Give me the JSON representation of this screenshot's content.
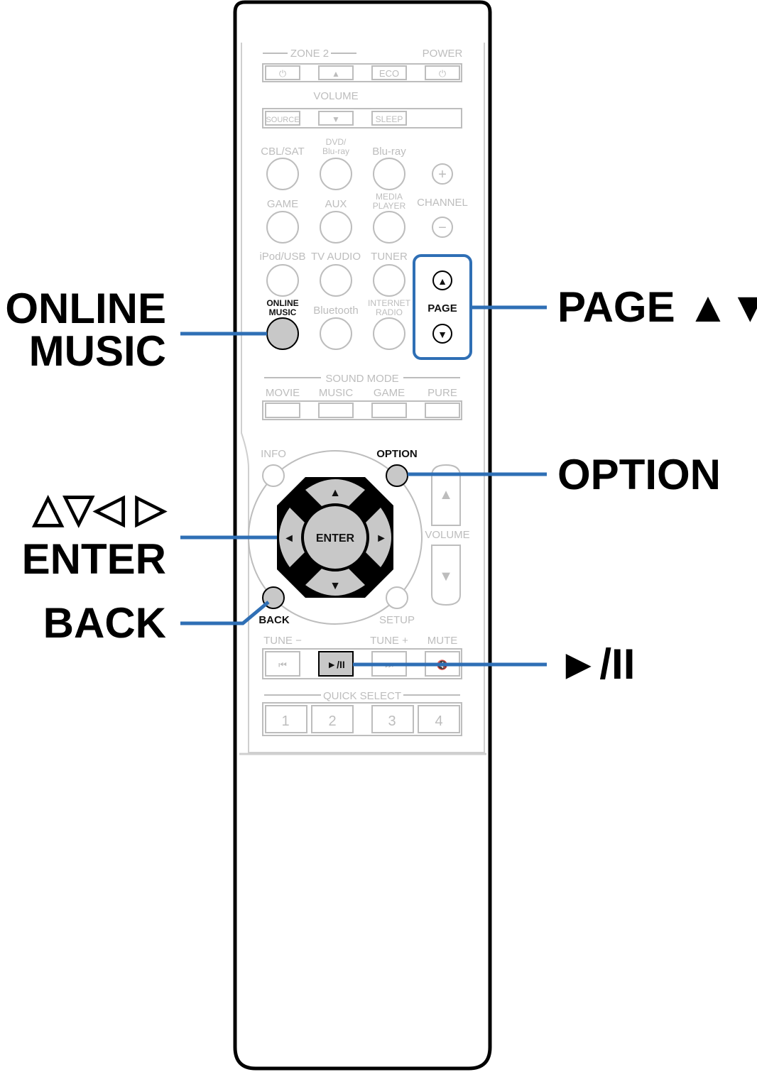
{
  "remote": {
    "zone2_label": "ZONE 2",
    "power_label": "POWER",
    "volume_label": "VOLUME",
    "row1_buttons": [
      "⏻",
      "▲",
      "ECO",
      "⏻"
    ],
    "row2_buttons": [
      "SOURCE",
      "▼",
      "SLEEP"
    ],
    "source_labels": {
      "cbl_sat": "CBL/SAT",
      "dvd_1": "DVD/",
      "dvd_2": "Blu-ray",
      "bluray": "Blu-ray",
      "game": "GAME",
      "aux": "AUX",
      "media_1": "MEDIA",
      "media_2": "PLAYER",
      "channel": "CHANNEL",
      "ipod_usb": "iPod/USB",
      "tv_audio": "TV AUDIO",
      "tuner": "TUNER",
      "online_1": "ONLINE",
      "online_2": "MUSIC",
      "bluetooth": "Bluetooth",
      "internet_1": "INTERNET",
      "internet_2": "RADIO"
    },
    "channel_plus": "+",
    "channel_minus": "−",
    "page_label": "PAGE",
    "page_up_glyph": "▲",
    "page_down_glyph": "▼",
    "sound_mode_label": "SOUND MODE",
    "sound_modes": [
      "MOVIE",
      "MUSIC",
      "GAME",
      "PURE"
    ],
    "info_label": "INFO",
    "option_label": "OPTION",
    "enter_label": "ENTER",
    "arrow_up": "▲",
    "arrow_down": "▼",
    "arrow_left": "◄",
    "arrow_right": "►",
    "back_label": "BACK",
    "setup_label": "SETUP",
    "volume_side_label": "VOLUME",
    "vol_up_glyph": "▲",
    "vol_down_glyph": "▼",
    "tune_minus_label": "TUNE −",
    "tune_plus_label": "TUNE +",
    "mute_label": "MUTE",
    "transport_prev": "⏮",
    "transport_play": "►/II",
    "transport_next": "⏭",
    "transport_mute": "🔇",
    "quick_select_label": "QUICK SELECT",
    "quick_buttons": [
      "1",
      "2",
      "3",
      "4"
    ]
  },
  "callouts": {
    "online_music_line1": "ONLINE",
    "online_music_line2": "MUSIC",
    "page": "PAGE ▲▼",
    "option": "OPTION",
    "arrows": "△▽◁ ▷",
    "enter": "ENTER",
    "back": "BACK",
    "play_pause": "►/II"
  },
  "colors": {
    "callout_line": "#2f6fb5",
    "highlight_button": "#c8c8c8",
    "faint": "#bdbdbd"
  }
}
